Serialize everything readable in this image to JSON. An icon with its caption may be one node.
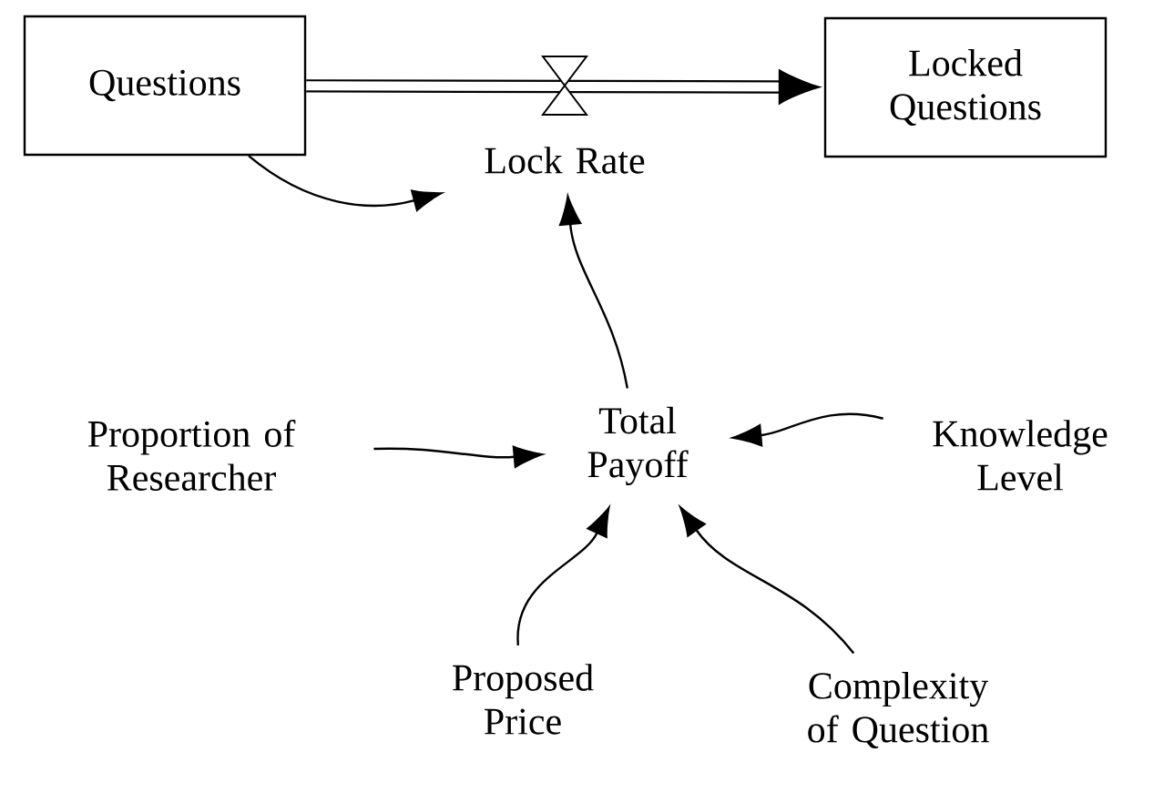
{
  "diagram": {
    "nodes": [
      {
        "text": [
          "Questions"
        ]
      },
      {
        "text": [
          "Locked Questions"
        ]
      },
      {
        "text": [
          "Lock Rate"
        ]
      },
      {
        "text": [
          "Total Payoff"
        ]
      },
      {
        "text": [
          "Proportion of Researcher"
        ]
      },
      {
        "text": [
          "Knowledge Level"
        ]
      },
      {
        "text": [
          "Proposed Price"
        ]
      },
      {
        "text": [
          "Complexity of Question"
        ]
      }
    ],
    "edges": [
      {
        "from": 0,
        "to": 1,
        "arrow": "to",
        "style": "thick"
      },
      {
        "from": 0,
        "to": 2,
        "arrow": "to"
      },
      {
        "from": 3,
        "to": 2,
        "arrow": "to"
      },
      {
        "from": 4,
        "to": 3,
        "arrow": "to"
      },
      {
        "from": 5,
        "to": 3,
        "arrow": "to"
      },
      {
        "from": 6,
        "to": 3,
        "arrow": "to"
      },
      {
        "from": 7,
        "to": 3,
        "arrow": "to"
      }
    ]
  }
}
